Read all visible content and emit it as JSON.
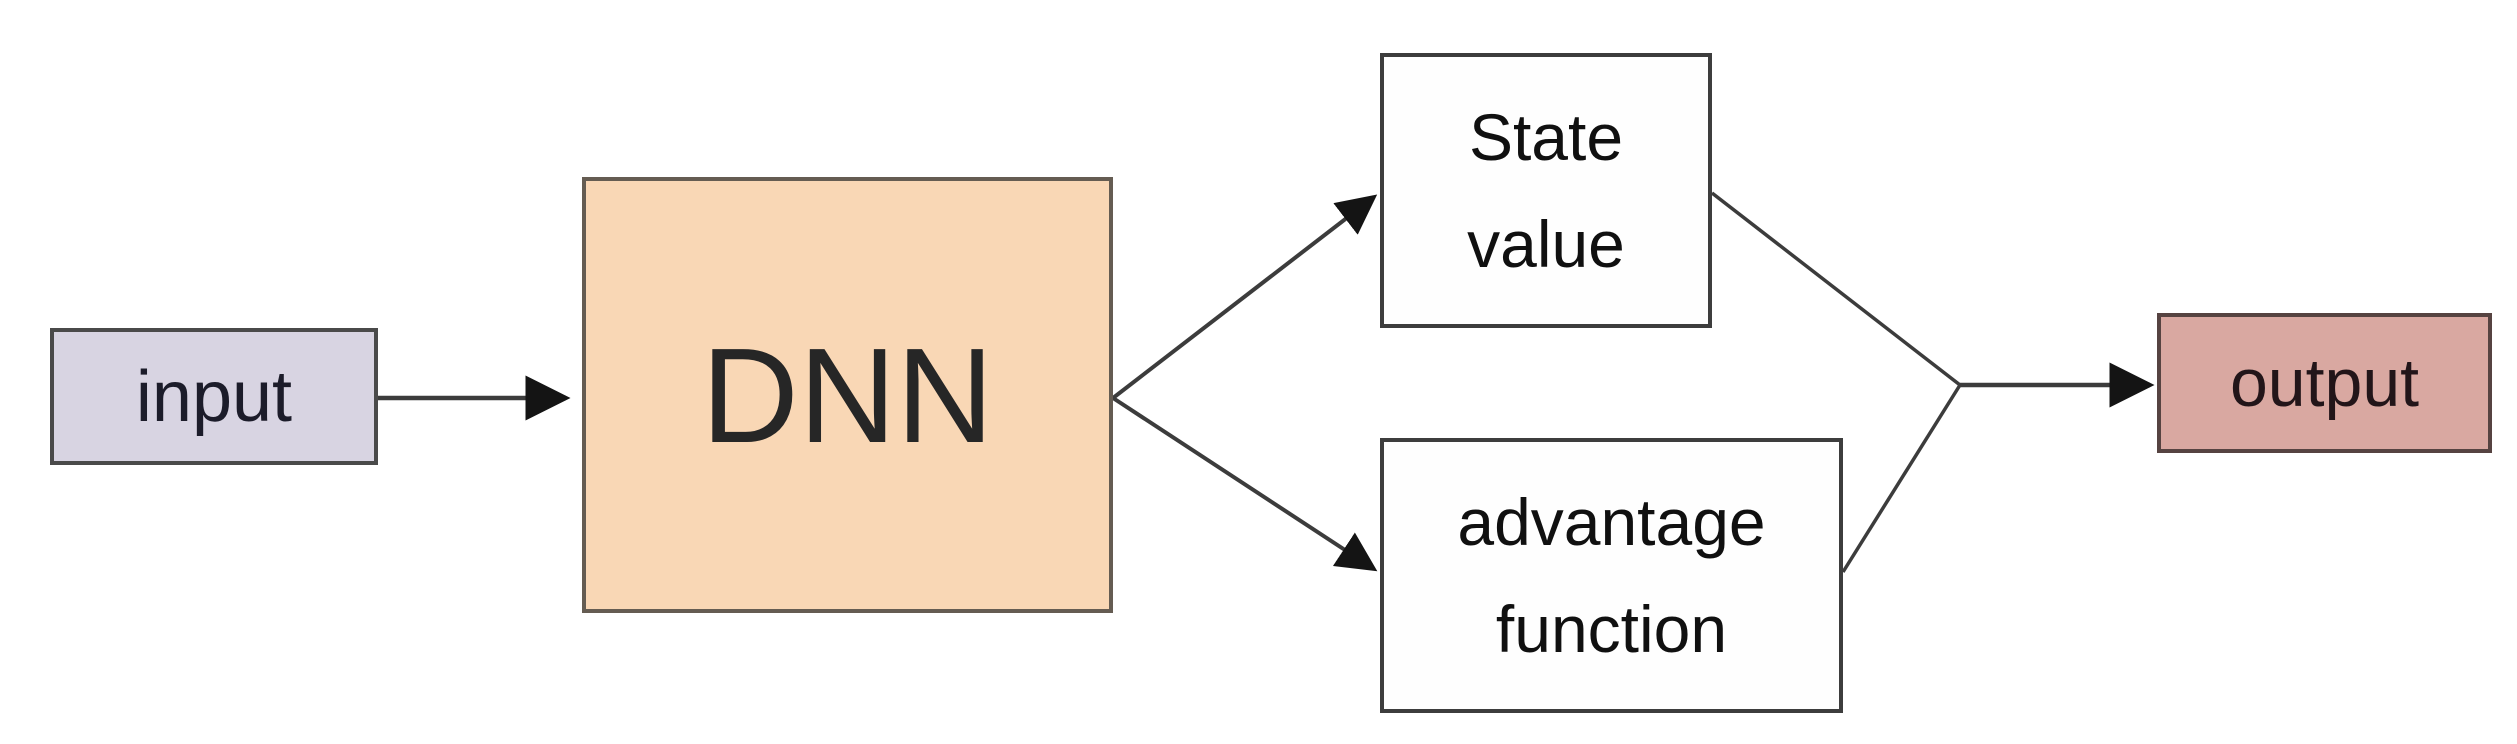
{
  "diagram": {
    "type": "flowchart",
    "description": "Dueling deep neural network architecture: input feeds a DNN whose output splits into a state value stream and an advantage function stream, which merge into the output.",
    "nodes": {
      "input": {
        "label": "input",
        "fill": "#d8d4e2",
        "border": "#4a4a4a",
        "text_color": "#1c1c2a"
      },
      "dnn": {
        "label": "DNN",
        "fill": "#f9d7b5",
        "border": "#655c52",
        "text_color": "#262626"
      },
      "state_value": {
        "label": "State\nvalue",
        "fill": "#fefefe",
        "border": "#3d3d3d",
        "text_color": "#101010"
      },
      "advantage_function": {
        "label": "advantage\nfunction",
        "fill": "#fefefe",
        "border": "#3d3d3d",
        "text_color": "#101010"
      },
      "output": {
        "label": "output",
        "fill": "#d9a8a1",
        "border": "#564341",
        "text_color": "#221519"
      }
    },
    "edges": {
      "line_color": "#3c3c3c",
      "arrowhead_color": "#141414",
      "connections": [
        "input -> DNN",
        "DNN -> State value",
        "DNN -> advantage function",
        "State value -> merge point",
        "advantage function -> merge point",
        "merge point -> output"
      ]
    }
  }
}
